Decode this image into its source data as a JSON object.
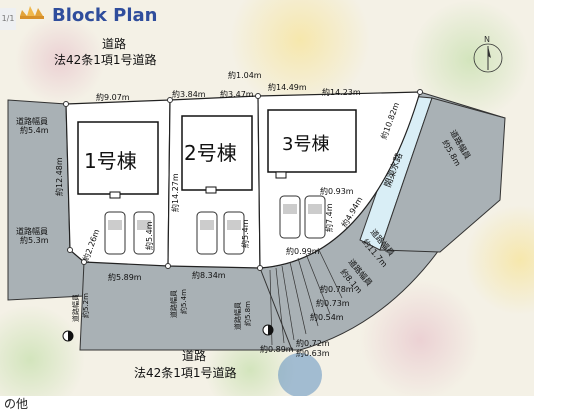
{
  "title": "Block Plan",
  "page_indicator": "1/1",
  "north": "N",
  "roads": {
    "top_name": "道路",
    "top_type": "法42条1項1号道路",
    "bottom_name": "道路",
    "bottom_type": "法42条1項1号道路"
  },
  "houses": [
    {
      "label": "1号棟"
    },
    {
      "label": "2号棟"
    },
    {
      "label": "3号棟"
    }
  ],
  "drainage": "開渠水路",
  "road_widths": {
    "left_top": [
      "道路幅員",
      "約5.4m"
    ],
    "left_mid": [
      "道路幅員",
      "約5.3m"
    ],
    "bottom_a": [
      "道路幅員",
      "約5.2m"
    ],
    "bottom_b": [
      "道路幅員",
      "約5.4m"
    ],
    "bottom_c": [
      "道路幅員",
      "約5.8m"
    ],
    "right_curve": [
      "道路幅員",
      "約11.7m"
    ],
    "right_curve2": [
      "道路幅員",
      "約8.1m"
    ],
    "right_top": [
      "道路幅員",
      "約5.8m"
    ]
  },
  "dimensions": {
    "top1": "約9.07m",
    "top2": "約3.84m",
    "top3": "約3.47m",
    "top4": "約1.04m",
    "top5": "約14.49m",
    "top6": "約14.23m",
    "left_depth": "約12.48m",
    "mid_depth": "約14.27m",
    "right_diag": "約10.82m",
    "park1": "約5.4m",
    "park2": "約5.4m",
    "corner1": "約2.26m",
    "bottom1": "約5.89m",
    "bottom2": "約8.34m",
    "c1": "約0.93m",
    "c2": "約4.94m",
    "c3": "約7.4m",
    "c4": "約0.99m",
    "c5": "約0.78m",
    "c6": "約0.73m",
    "c7": "約0.54m",
    "c8": "約0.72m",
    "c9": "約0.63m",
    "c10": "約0.89m"
  },
  "footer": "の他",
  "colors": {
    "title": "#2f4d9c",
    "road": "#a9b1b5",
    "lot": "#ffffff",
    "outline": "#222222",
    "water": "#d9eef6",
    "bg_tint": "#f2eee0"
  }
}
